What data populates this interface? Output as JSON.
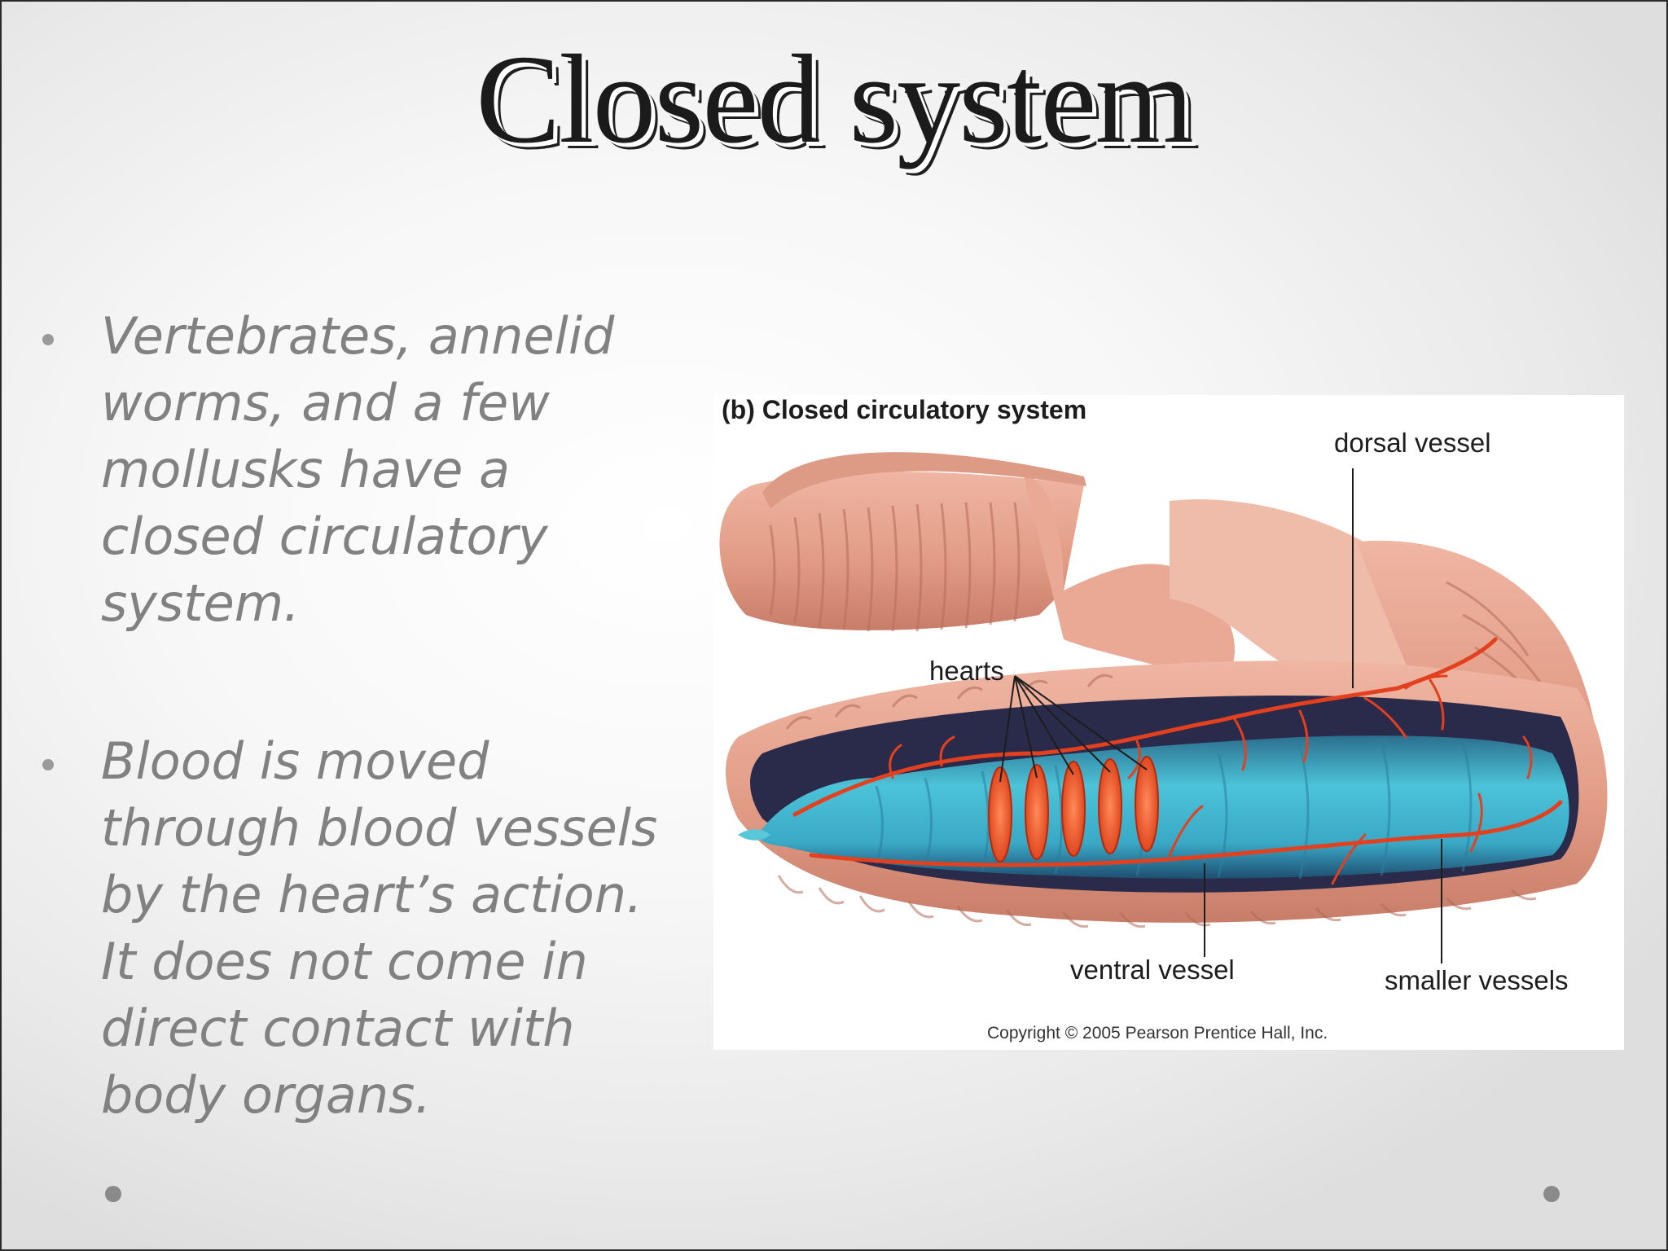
{
  "slide": {
    "title": "Closed system",
    "bullets": [
      "Vertebrates, annelid\nworms, and a few\nmollusks have a\nclosed circulatory\nsystem.",
      "Blood is moved\nthrough blood vessels\nby the heart’s action.\nIt does not come in\ndirect contact with\nbody organs."
    ]
  },
  "figure": {
    "caption": "(b) Closed circulatory system",
    "labels": {
      "dorsal": "dorsal vessel",
      "hearts": "hearts",
      "ventral": "ventral vessel",
      "smaller": "smaller vessels"
    },
    "copyright": "Copyright © 2005 Pearson Prentice Hall, Inc."
  },
  "colors": {
    "worm_skin": "#e4a08c",
    "gut": "#3fb3cc",
    "vessel": "#e2401e",
    "bullet_text": "#818181"
  }
}
